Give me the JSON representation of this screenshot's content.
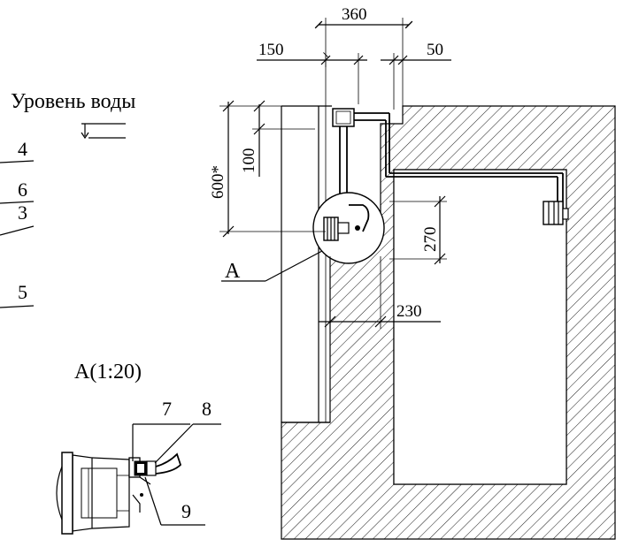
{
  "dimensions": {
    "d360": "360",
    "d150": "150",
    "d50": "50",
    "d600": "600*",
    "d100": "100",
    "d270": "270",
    "d230": "230"
  },
  "labels": {
    "water_level": "Уровень воды",
    "callout_a": "A",
    "detail_title": "A(1:20)",
    "n4": "4",
    "n6": "6",
    "n3": "3",
    "n5": "5",
    "n7": "7",
    "n8": "8",
    "n9": "9"
  }
}
